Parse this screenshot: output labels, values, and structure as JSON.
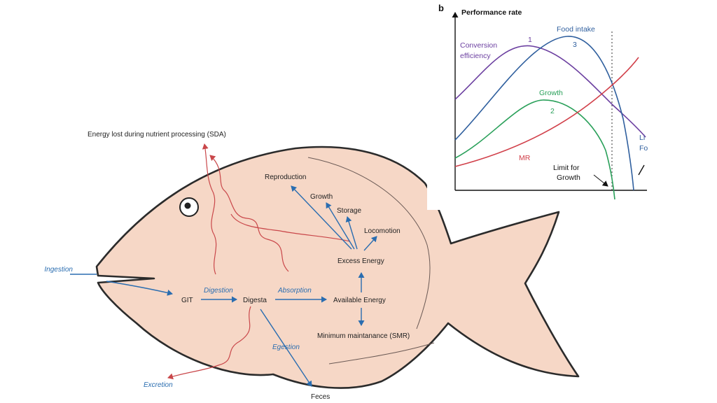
{
  "colors": {
    "fish_fill": "#f6d7c6",
    "fish_stroke": "#2b2b2b",
    "flow_arrow": "#2a6db0",
    "energy_loss": "#c9474a",
    "conversion": "#6b3fa0",
    "food_intake": "#2f5f9e",
    "growth": "#2aa05a",
    "mr": "#d1404a"
  },
  "fish_diagram": {
    "sda_label": "Energy lost during nutrient processing (SDA)",
    "ingestion_label": "Ingestion",
    "git_label": "GIT",
    "digestion_label": "Digestion",
    "digesta_label": "Digesta",
    "absorption_label": "Absorption",
    "available_energy_label": "Available Energy",
    "excess_energy_label": "Excess Energy",
    "minimum_maintenance_label": "Minimum maintanance (SMR)",
    "reproduction_label": "Reproduction",
    "growth_label": "Growth",
    "storage_label": "Storage",
    "locomotion_label": "Locomotion",
    "egestion_label": "Egestion",
    "excretion_label": "Excretion",
    "feces_label": "Feces"
  },
  "chart": {
    "panel_label": "b",
    "y_axis_label": "Performance rate",
    "conversion_label_1": "Conversion",
    "conversion_label_2": "efficiency",
    "food_intake_label": "Food intake",
    "growth_label": "Growth",
    "mr_label": "MR",
    "limit_growth_label_1": "Limit for",
    "limit_growth_label_2": "Growth",
    "marker_1": "1",
    "marker_2": "2",
    "marker_3": "3",
    "cut_label_1": "Li",
    "cut_label_2": "Fo"
  },
  "chart_data": {
    "type": "line",
    "title": "",
    "xlabel": "",
    "ylabel": "Performance rate",
    "series": [
      {
        "name": "Conversion efficiency",
        "marker": "1",
        "shape": "rises to an early peak, then declines"
      },
      {
        "name": "Food intake",
        "marker": "3",
        "shape": "rises to a later peak, then falls sharply to zero"
      },
      {
        "name": "Growth",
        "marker": "2",
        "shape": "rises to a mid peak, then falls to zero at the limit for growth"
      },
      {
        "name": "MR",
        "shape": "increases steadily and accelerates"
      }
    ],
    "annotations": [
      "Limit for Growth"
    ]
  }
}
